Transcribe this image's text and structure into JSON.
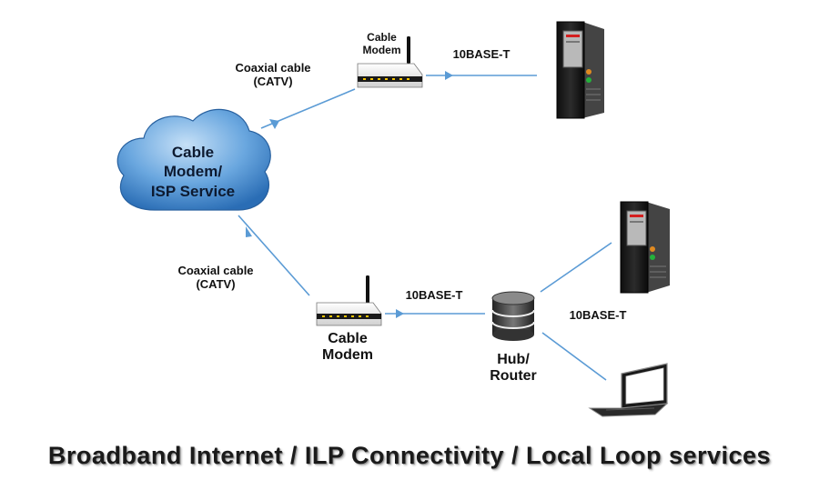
{
  "cloud": {
    "line1": "Cable",
    "line2": "Modem/",
    "line3": "ISP Service"
  },
  "top": {
    "coax_line1": "Coaxial cable",
    "coax_line2": "(CATV)",
    "modem_line1": "Cable",
    "modem_line2": "Modem",
    "link_label": "10BASE-T"
  },
  "bottom": {
    "coax_line1": "Coaxial cable",
    "coax_line2": "(CATV)",
    "modem_line1": "Cable",
    "modem_line2": "Modem",
    "link_label": "10BASE-T",
    "hub_line1": "Hub/",
    "hub_line2": "Router",
    "client_link_label": "10BASE-T"
  },
  "caption": "Broadband Internet / ILP Connectivity / Local Loop services",
  "colors": {
    "link": "#5b9bd5",
    "cloud_light": "#a9cdf0",
    "cloud_dark": "#2f78c4"
  }
}
